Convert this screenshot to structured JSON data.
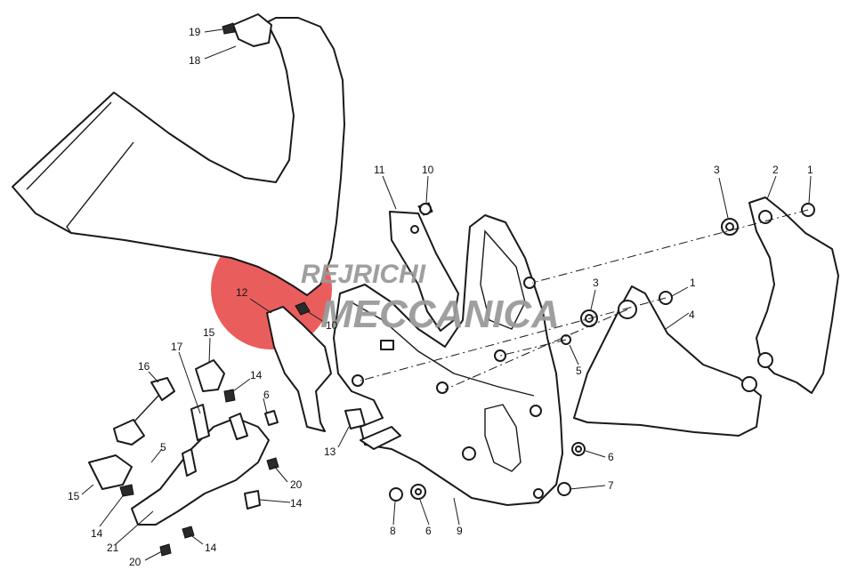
{
  "watermark": {
    "line1": "REJRICHI",
    "line2": "MECCANICA",
    "circle_color": "#e84b4b",
    "text_color": "#9a9a9a"
  },
  "callouts": {
    "c1a": "1",
    "c1b": "1",
    "c2": "2",
    "c3a": "3",
    "c3b": "3",
    "c4": "4",
    "c5a": "5",
    "c5b": "5",
    "c6a": "6",
    "c6b": "6",
    "c6c": "6",
    "c7": "7",
    "c8": "8",
    "c9": "9",
    "c10a": "10",
    "c10b": "10",
    "c11": "11",
    "c12": "12",
    "c13": "13",
    "c14a": "14",
    "c14b": "14",
    "c14c": "14",
    "c14d": "14",
    "c15a": "15",
    "c15b": "15",
    "c16": "16",
    "c17": "17",
    "c18": "18",
    "c19": "19",
    "c20a": "20",
    "c20b": "20",
    "c21": "21"
  }
}
